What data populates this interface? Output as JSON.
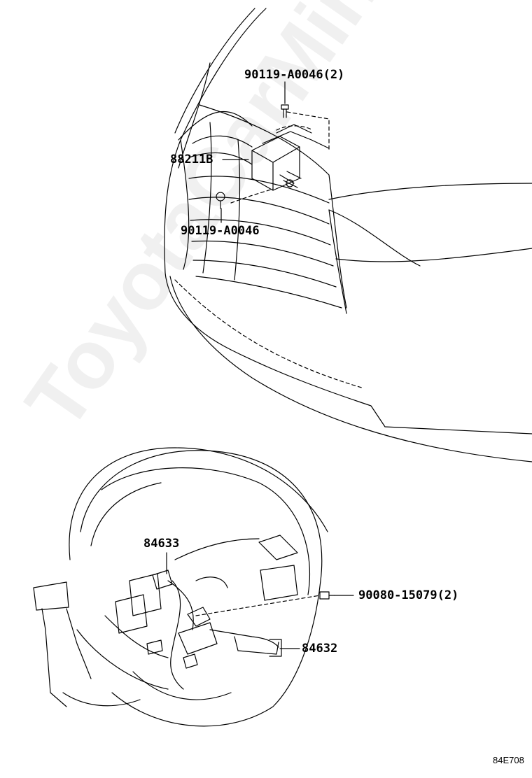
{
  "diagram": {
    "callouts": {
      "bolt_top": "90119-A0046(2)",
      "module": "88211B",
      "bolt_lower": "90119-A0046",
      "switch_left": "84633",
      "screw": "90080-15079(2)",
      "switch_right": "84632"
    },
    "figure_code": "84E708",
    "watermark": "ToyotaCarMine.ru"
  },
  "colors": {
    "line": "#000000",
    "background": "#ffffff"
  }
}
